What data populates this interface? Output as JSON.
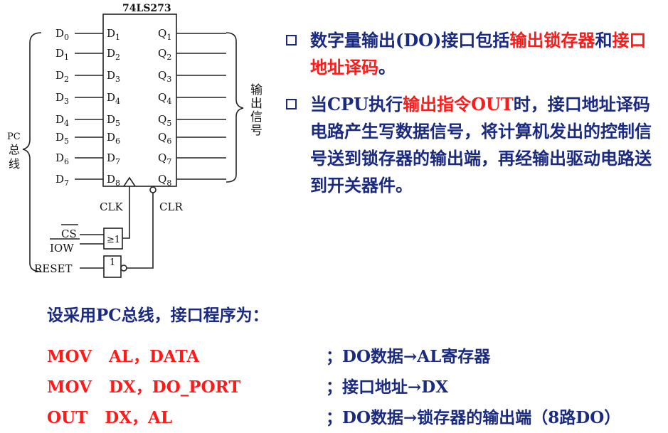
{
  "chip": {
    "title": "74LS273",
    "d_pins": [
      "D1",
      "D2",
      "D3",
      "D4",
      "D5",
      "D6",
      "D7",
      "D8"
    ],
    "q_pins": [
      "Q1",
      "Q2",
      "Q3",
      "Q4",
      "Q5",
      "Q6",
      "Q7",
      "Q8"
    ],
    "clk_label": "CLK",
    "clr_label": "CLR"
  },
  "bus_inputs": [
    "D0",
    "D1",
    "D2",
    "D3",
    "D4",
    "D5",
    "D6",
    "D7"
  ],
  "bus_label": "PC总线",
  "output_label": "输出信号",
  "control": {
    "cs": "CS",
    "iow": "IOW",
    "reset": "RESET",
    "or_gate_symbol": "≥1",
    "not_gate_symbol": "1"
  },
  "bullets": [
    [
      {
        "text": "数字量输出(DO)接口包括",
        "red": false
      },
      {
        "text": "输出锁存器",
        "red": true
      },
      {
        "text": "和",
        "red": false
      },
      {
        "text": "接口地址译码",
        "red": true
      },
      {
        "text": "。",
        "red": false
      }
    ],
    [
      {
        "text": "当CPU执行",
        "red": false
      },
      {
        "text": "输出指令OUT",
        "red": true
      },
      {
        "text": "时，接口地址译码电路产生写数据信号，将计算机发出的控制信号送到锁存器的输出端，再经输出驱动电路送到开关器件。",
        "red": false
      }
    ]
  ],
  "intro": "设采用PC总线，接口程序为：",
  "code": [
    {
      "instr": "MOV   AL，DATA",
      "comment": "；DO数据→AL寄存器"
    },
    {
      "instr": "MOV   DX，DO_PORT",
      "comment": "；接口地址→DX"
    },
    {
      "instr": "OUT   DX，AL",
      "comment": "；DO数据→锁存器的输出端（8路DO）"
    }
  ],
  "colors": {
    "text": "#1a2a80",
    "highlight": "#ff1a1a",
    "line": "#222222"
  }
}
